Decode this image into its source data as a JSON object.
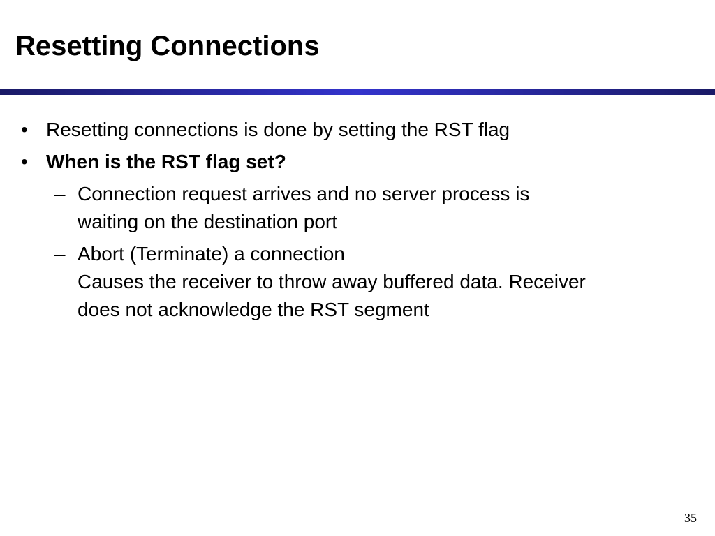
{
  "slide": {
    "title": "Resetting Connections",
    "bullets": [
      {
        "marker": "•",
        "text": "Resetting connections is done by setting the  RST flag"
      },
      {
        "marker": "•",
        "text": "When is the RST flag set?"
      }
    ],
    "sub_bullets": [
      {
        "marker": "–",
        "lines": [
          "Connection request arrives and no server process is",
          "waiting on the destination port"
        ]
      },
      {
        "marker": "–",
        "lines": [
          "Abort (Terminate) a connection",
          "Causes the receiver to throw away buffered data. Receiver",
          "does not acknowledge the RST segment"
        ]
      }
    ],
    "page_number": "35"
  },
  "colors": {
    "rule_dark": "#1a1a66",
    "rule_light": "#3333cc",
    "text": "#000000",
    "background": "#ffffff"
  }
}
